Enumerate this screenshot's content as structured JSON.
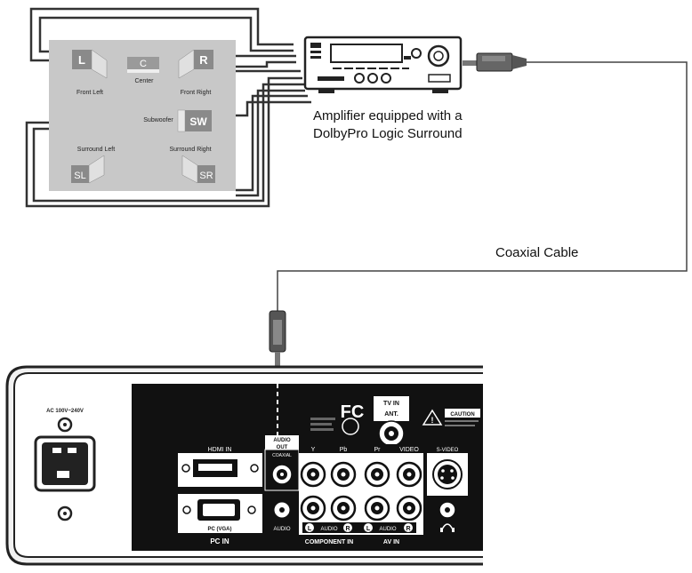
{
  "speakers": {
    "front_left": {
      "badge": "L",
      "label": "Front Left"
    },
    "center": {
      "badge": "C",
      "label": "Center"
    },
    "front_right": {
      "badge": "R",
      "label": "Front Right"
    },
    "subwoofer": {
      "badge": "SW",
      "label": "Subwoofer"
    },
    "surround_left": {
      "badge": "SL",
      "label": "Surround Left"
    },
    "surround_right": {
      "badge": "SR",
      "label": "Surround Right"
    }
  },
  "amplifier": {
    "caption_line1": "Amplifier equipped with a",
    "caption_line2": "DolbyPro Logic Surround"
  },
  "cable": {
    "caption": "Coaxial Cable"
  },
  "tv_panel": {
    "power_label": "AC 100V~240V",
    "hdmi_label": "HDMI IN",
    "audio_out_label_1": "AUDIO",
    "audio_out_label_2": "OUT",
    "coaxial_label": "COAXIAL",
    "pc_vga_label": "PC (VGA)",
    "audio_label": "AUDIO",
    "pc_in_label": "PC IN",
    "fc_logo": "FC",
    "tv_in_label": "TV IN",
    "ant_label": "ANT.",
    "caution_label": "CAUTION",
    "y_label": "Y",
    "pb_label": "Pb",
    "pr_label": "Pr",
    "video_label": "VIDEO",
    "svideo_label": "S-VIDEO",
    "audio_small": "AUDIO",
    "l_label": "L",
    "r_label": "R",
    "component_in_label": "COMPONENT IN",
    "av_in_label": "AV IN"
  },
  "colors": {
    "line": "#333333",
    "panel_black": "#111111",
    "speaker_box": "#c8c8c8",
    "badge_gray": "#9a9a9a"
  }
}
